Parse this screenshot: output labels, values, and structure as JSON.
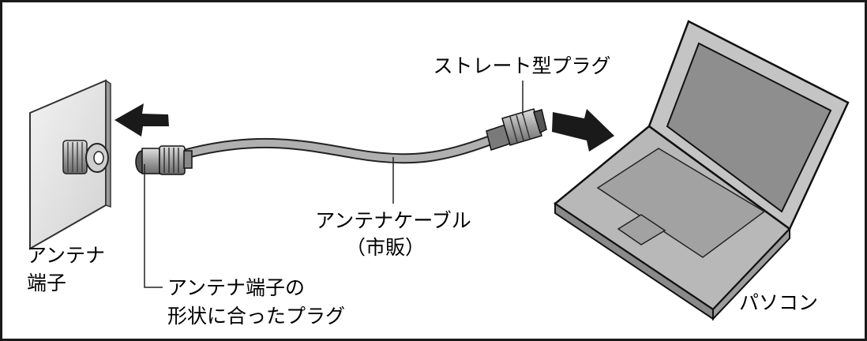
{
  "labels": {
    "straight_plug": "ストレート型プラグ",
    "cable_line1": "アンテナケーブル",
    "cable_line2": "（市販）",
    "terminal_line1": "アンテナ",
    "terminal_line2": "端子",
    "plug_line1": "アンテナ端子の",
    "plug_line2": "形状に合ったプラグ",
    "pc": "パソコン"
  },
  "colors": {
    "frame": "#1a1a1a",
    "device_gray": "#bdbdbd",
    "screen_gray": "#8f8f8f",
    "cable_gray": "#a8a8a8",
    "arrow": "#1a1a1a"
  }
}
